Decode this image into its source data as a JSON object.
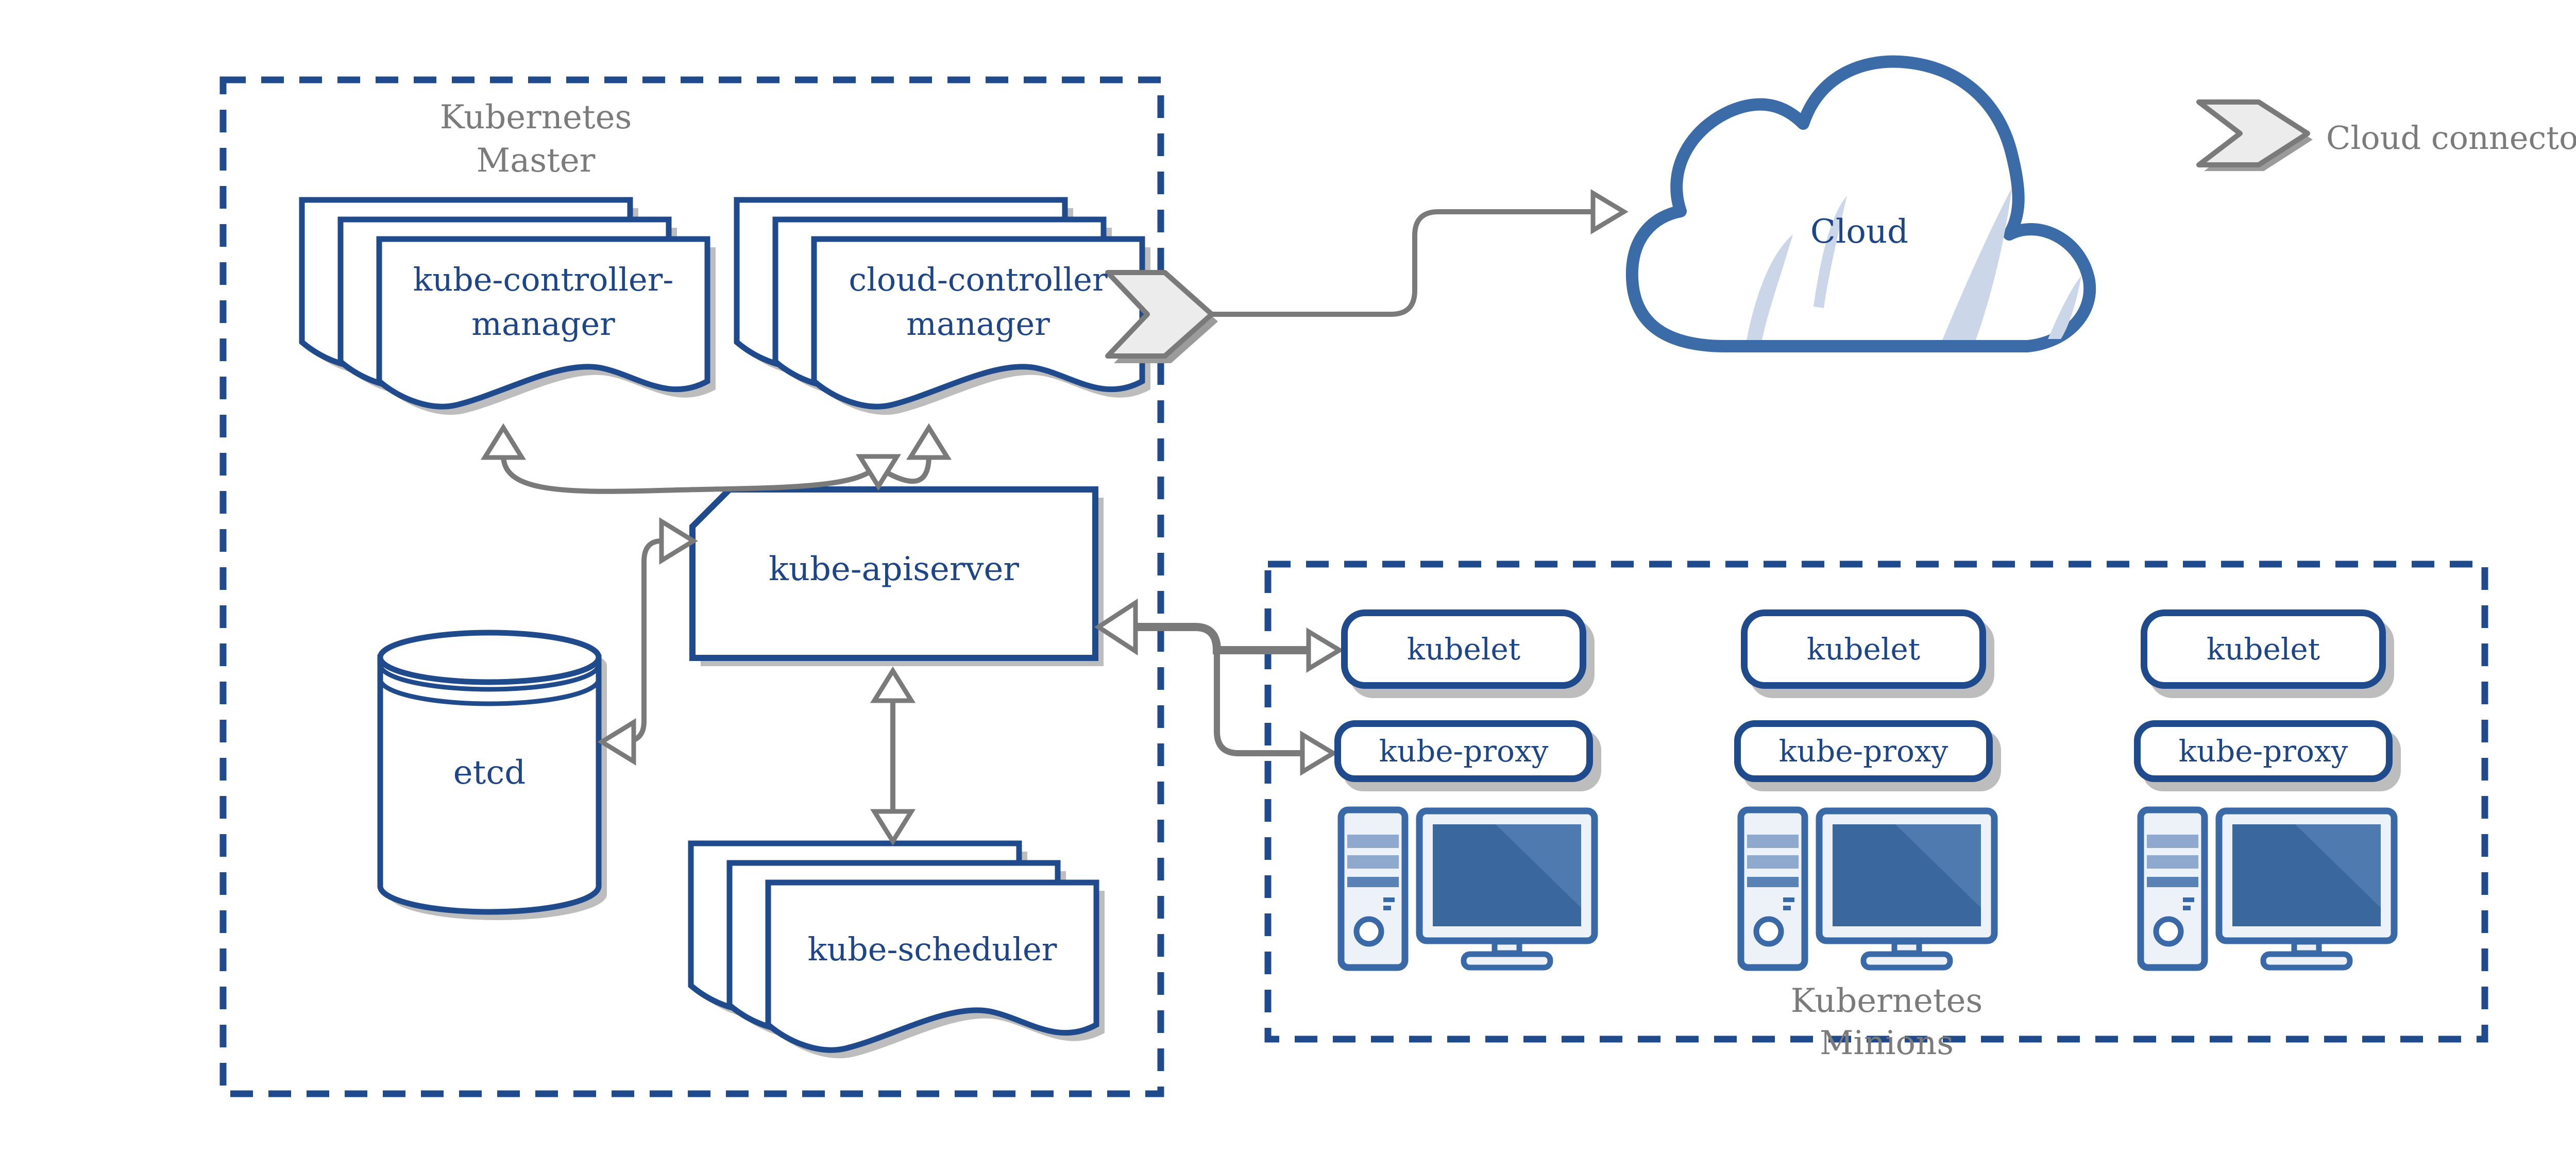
{
  "colors": {
    "navy": "#1F4A8C",
    "text_navy": "#1E4586",
    "cloud_stroke": "#3C6CA8",
    "arrow_gray": "#7a7a7a",
    "label_gray": "#7b7b7b",
    "shadow_gray": "#bdbdbd",
    "screen_blue": "#3A689E"
  },
  "master": {
    "title_line1": "Kubernetes",
    "title_line2": "Master",
    "kube_controller_manager_line1": "kube-controller-",
    "kube_controller_manager_line2": "manager",
    "cloud_controller_manager_line1": "cloud-controller",
    "cloud_controller_manager_line2": "manager",
    "kube_apiserver": "kube-apiserver",
    "etcd": "etcd",
    "kube_scheduler": "kube-scheduler"
  },
  "cloud": {
    "label": "Cloud"
  },
  "legend": {
    "label": "Cloud connector"
  },
  "minions": {
    "title_line1": "Kubernetes",
    "title_line2": "Minions",
    "nodes": [
      {
        "kubelet": "kubelet",
        "kube_proxy": "kube-proxy"
      },
      {
        "kubelet": "kubelet",
        "kube_proxy": "kube-proxy"
      },
      {
        "kubelet": "kubelet",
        "kube_proxy": "kube-proxy"
      }
    ]
  }
}
